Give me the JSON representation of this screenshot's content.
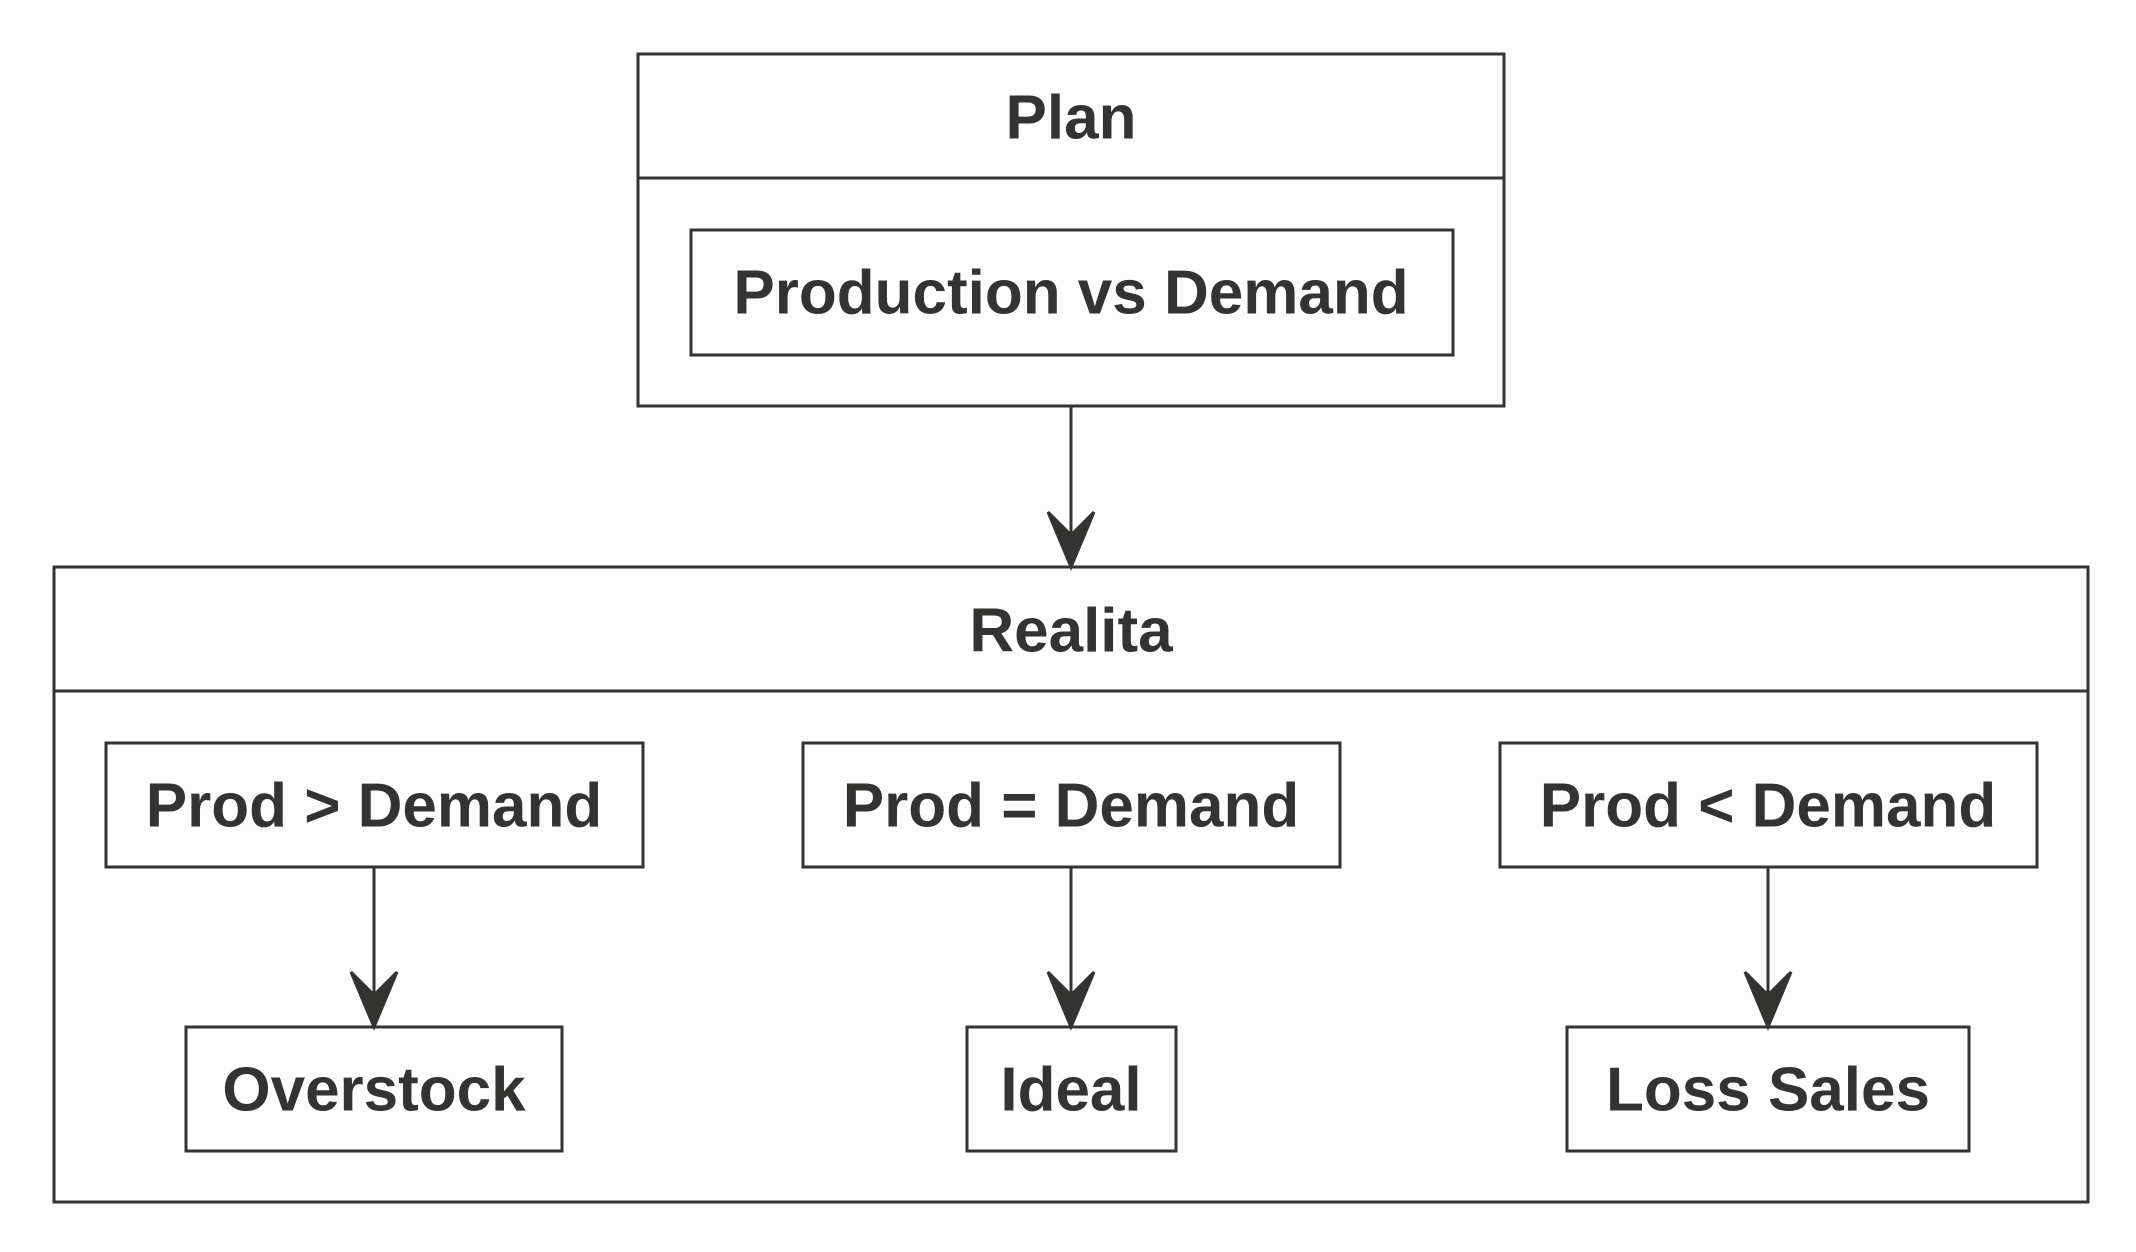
{
  "colors": {
    "stroke": "#333331",
    "text": "#333331",
    "background": "#fdfdfd"
  },
  "plan": {
    "title": "Plan",
    "node": "Production vs Demand"
  },
  "realita": {
    "title": "Realita",
    "conditions": [
      "Prod > Demand",
      "Prod = Demand",
      "Prod < Demand"
    ],
    "outcomes": [
      "Overstock",
      "Ideal",
      "Loss Sales"
    ]
  }
}
